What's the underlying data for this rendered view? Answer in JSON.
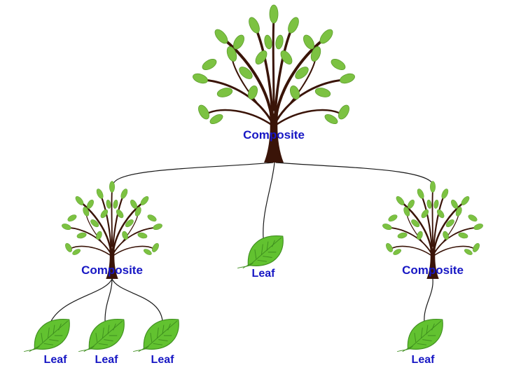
{
  "diagram": {
    "nodes": [
      {
        "id": "root",
        "kind": "composite",
        "label": "Composite"
      },
      {
        "id": "left",
        "kind": "composite",
        "label": "Composite",
        "parent": "root"
      },
      {
        "id": "middle",
        "kind": "leaf",
        "label": "Leaf",
        "parent": "root"
      },
      {
        "id": "right",
        "kind": "composite",
        "label": "Composite",
        "parent": "root"
      },
      {
        "id": "leaf1",
        "kind": "leaf",
        "label": "Leaf",
        "parent": "left"
      },
      {
        "id": "leaf2",
        "kind": "leaf",
        "label": "Leaf",
        "parent": "left"
      },
      {
        "id": "leaf3",
        "kind": "leaf",
        "label": "Leaf",
        "parent": "left"
      },
      {
        "id": "leaf4",
        "kind": "leaf",
        "label": "Leaf",
        "parent": "right"
      }
    ],
    "colors": {
      "label": "#1717c4",
      "trunk": "#3a1408",
      "foliage": "#7cc242",
      "leaf_icon": "#62c230",
      "edge": "#1a1a1a"
    },
    "icons": {
      "composite": "tree-icon",
      "leaf": "leaf-icon"
    }
  }
}
